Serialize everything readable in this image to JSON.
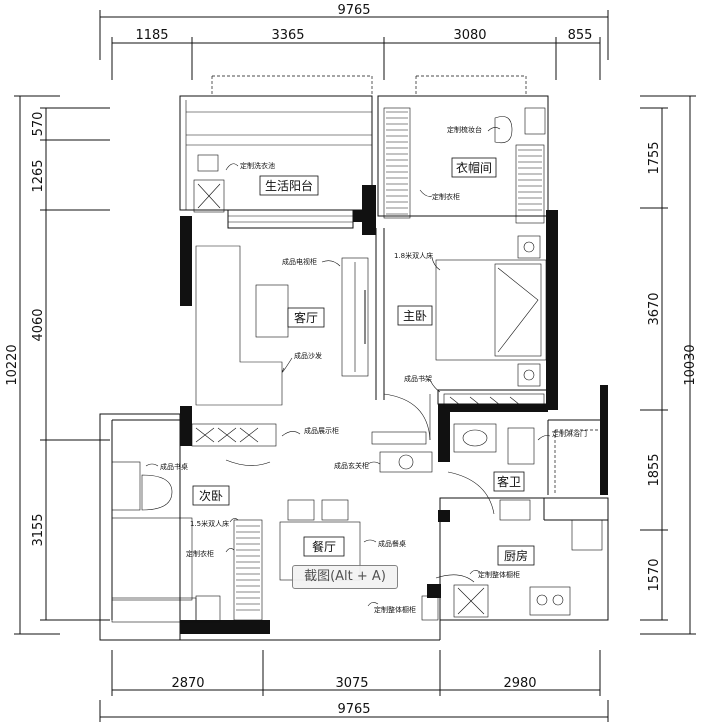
{
  "dimensions": {
    "top_total": "9765",
    "top_segments": [
      "1185",
      "3365",
      "3080",
      "855"
    ],
    "bottom_total": "9765",
    "bottom_segments": [
      "2870",
      "3075",
      "2980"
    ],
    "left_total": "10220",
    "left_segments": [
      "570",
      "1265",
      "4060",
      "3155"
    ],
    "right_total": "10030",
    "right_segments": [
      "1755",
      "3670",
      "1855",
      "1570"
    ]
  },
  "rooms": {
    "balcony": "生活阳台",
    "living": "客厅",
    "master": "主卧",
    "cloakroom": "衣帽间",
    "second": "次卧",
    "dining": "餐厅",
    "guest_bath": "客卫",
    "kitchen": "厨房"
  },
  "notes": {
    "laundry": "定制洗衣池",
    "dresser": "定制梳妆台",
    "wardrobe_cloak": "定制衣柜",
    "tv_cabinet": "成品电视柜",
    "double_bed_master": "1.8米双人床",
    "sofa": "成品沙发",
    "bookshelf_master": "成品书架",
    "display_cabinet": "成品展示柜",
    "entry_cabinet": "成品玄关柜",
    "shower_door": "定制淋浴门",
    "desk_second": "成品书桌",
    "double_bed_second": "1.5米双人床",
    "wardrobe_second": "定制衣柜",
    "dining_table": "成品餐桌",
    "kitchen_cabinet": "定制整体橱柜",
    "kitchen_cabinet_2": "定制整体橱柜"
  },
  "overlay": {
    "capture_label": "截图(Alt + A)"
  }
}
